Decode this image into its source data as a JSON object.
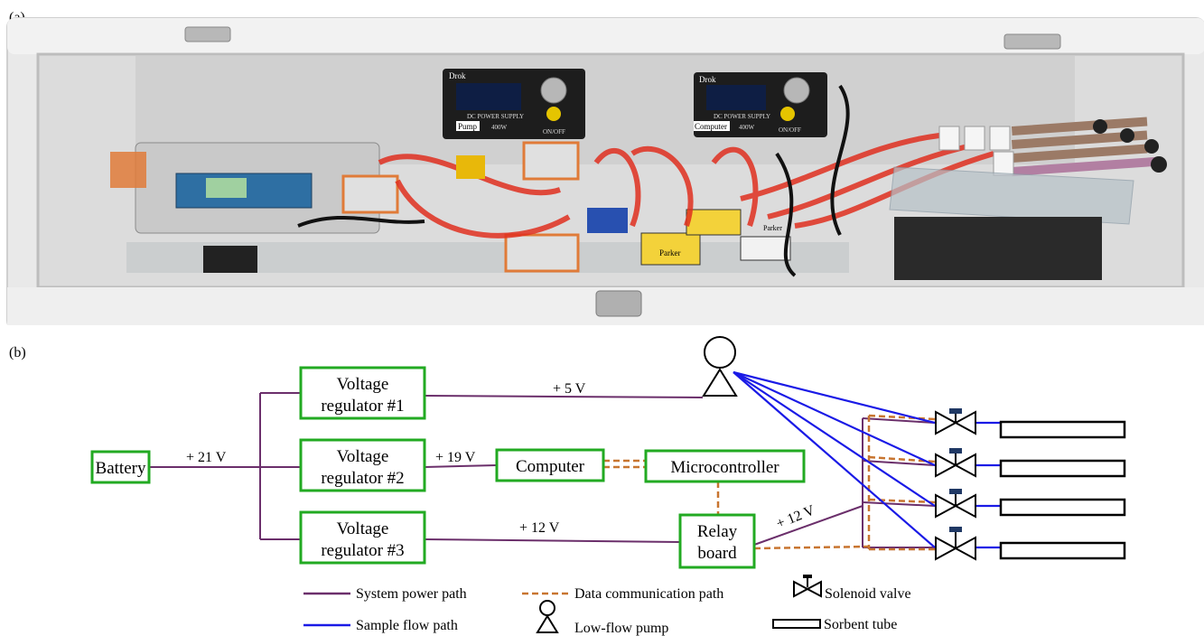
{
  "panel_a": {
    "label": "(a)",
    "labels": {
      "pump_supply_title": "DC POWER SUPPLY",
      "pump_supply_name": "Pump",
      "pump_supply_watt": "400W",
      "computer_supply_title": "DC POWER SUPPLY",
      "computer_supply_name": "Computer",
      "computer_supply_watt": "400W",
      "onoff_1": "ON/OFF",
      "onoff_2": "ON/OFF",
      "brand_1": "Drok",
      "brand_2": "Drok",
      "parker_1": "Parker",
      "parker_2": "Parker"
    }
  },
  "panel_b": {
    "label": "(b)",
    "nodes": {
      "battery": "Battery",
      "vr1_line1": "Voltage",
      "vr1_line2": "regulator #1",
      "vr2_line1": "Voltage",
      "vr2_line2": "regulator #2",
      "vr3_line1": "Voltage",
      "vr3_line2": "regulator #3",
      "computer": "Computer",
      "microcontroller": "Microcontroller",
      "relay_line1": "Relay",
      "relay_line2": "board"
    },
    "edges": {
      "battery_out": "+ 21 V",
      "vr1_out": "+ 5 V",
      "vr2_out": "+ 19 V",
      "vr3_out": "+ 12 V",
      "relay_out": "+ 12 V"
    },
    "legend": {
      "power": "System power path",
      "data": "Data communication path",
      "valve": "Solenoid valve",
      "flow": "Sample flow path",
      "pump": "Low-flow pump",
      "tube": "Sorbent tube"
    },
    "colors": {
      "power": "#6b2f6b",
      "flow": "#1a1ae6",
      "data": "#c87530",
      "box": "#22aa22",
      "valve_cap": "#1f3864"
    }
  }
}
